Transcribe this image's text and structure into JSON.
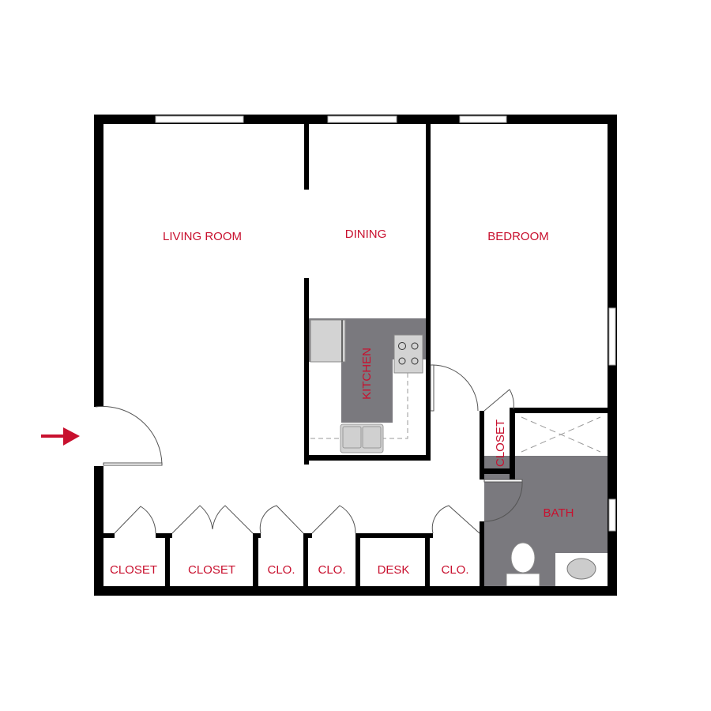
{
  "rooms": {
    "living_room": "LIVING ROOM",
    "dining": "DINING",
    "bedroom": "BEDROOM",
    "kitchen": "KITCHEN",
    "closet_hall": "CLOSET",
    "bath": "BATH",
    "closet_1": "CLOSET",
    "closet_2": "CLOSET",
    "clo_1": "CLO.",
    "clo_2": "CLO.",
    "desk": "DESK",
    "clo_3": "CLO."
  },
  "colors": {
    "label": "#c8102e",
    "wall": "#000000",
    "floor_wet": "#7a797e",
    "fixture": "#d3d3d3",
    "entry_arrow": "#c8102e"
  },
  "icons": {
    "entry": "arrow-right-icon"
  }
}
